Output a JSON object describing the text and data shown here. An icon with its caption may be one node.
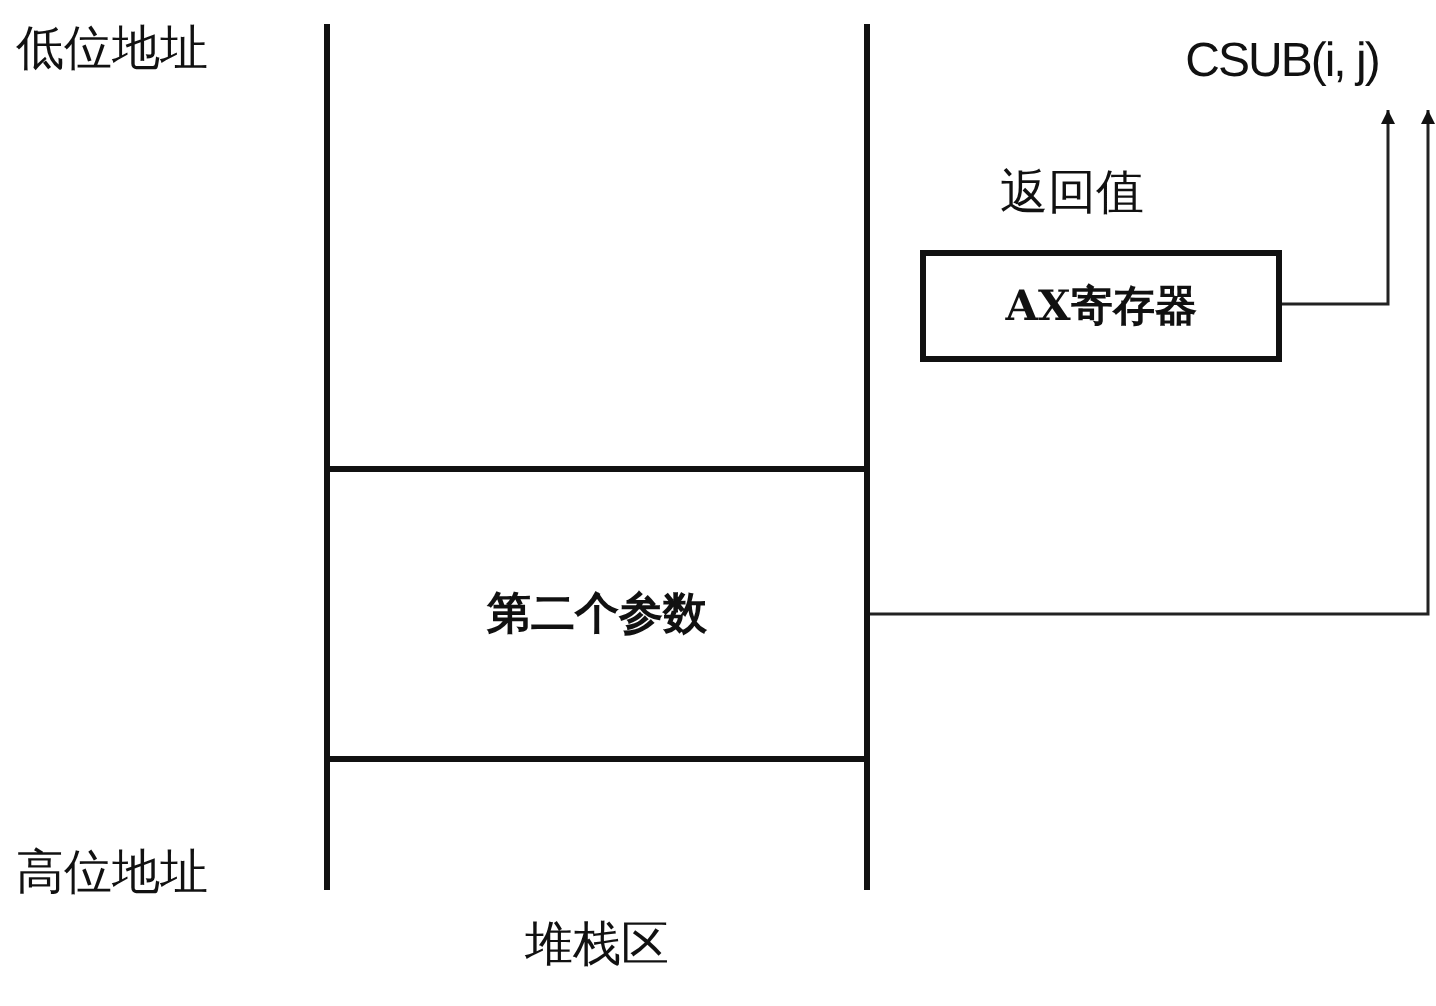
{
  "diagram": {
    "nodes": [
      {
        "text": [
          "堆栈区"
        ]
      },
      {
        "text": [
          "第二个参数"
        ],
        "in": 0
      },
      {
        "text": [
          "AX寄存器"
        ],
        "beside": [
          "返回值"
        ]
      },
      {
        "text": [
          "CSUB(i, j)"
        ]
      }
    ],
    "edges": [
      {
        "from": 2,
        "to": 3,
        "arrow": "to"
      },
      {
        "from": 1,
        "to": 3,
        "arrow": "to"
      }
    ],
    "labels": [
      "低位地址",
      "高位地址"
    ]
  }
}
